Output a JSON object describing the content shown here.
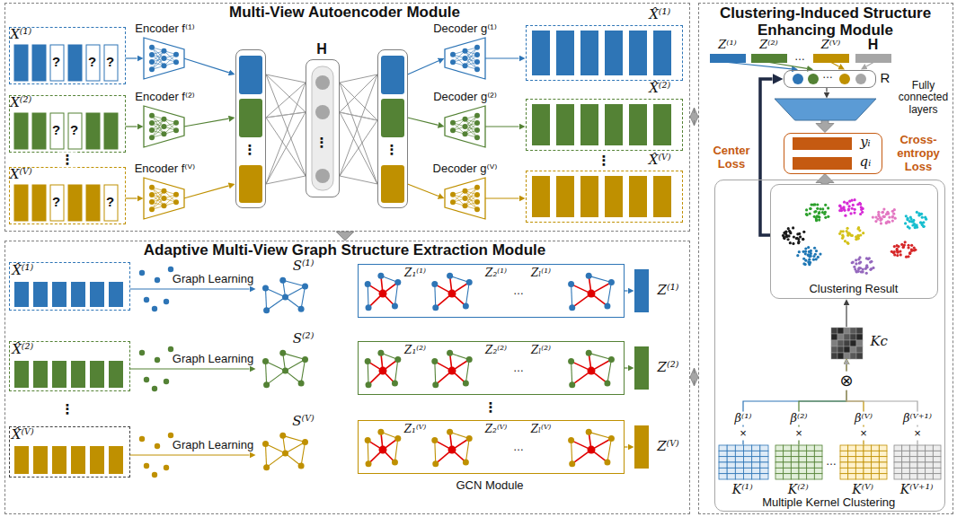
{
  "diagram": {
    "nodes": [
      {
        "text": [
          "Multi-View Autoencoder Module"
        ]
      },
      {
        "text": [
          "X⁽¹⁾",
          "?",
          "?",
          "?"
        ],
        "in": 0
      },
      {
        "text": [
          "X⁽²⁾",
          "?",
          "?"
        ],
        "in": 0
      },
      {
        "text": [
          "X⁽ⱽ⁾",
          "?",
          "?"
        ],
        "in": 0
      },
      {
        "text": [
          "Encoder f⁽¹⁾"
        ],
        "in": 0
      },
      {
        "text": [
          "Encoder f⁽²⁾"
        ],
        "in": 0
      },
      {
        "text": [
          "Encoder f⁽ⱽ⁾"
        ],
        "in": 0
      },
      {
        "text": [
          "⋮"
        ],
        "in": 0
      },
      {
        "text": [
          "H",
          "⋮"
        ],
        "in": 0
      },
      {
        "text": [
          "⋮"
        ],
        "in": 0
      },
      {
        "text": [
          "Decoder g⁽¹⁾"
        ],
        "in": 0
      },
      {
        "text": [
          "Decoder g⁽²⁾"
        ],
        "in": 0
      },
      {
        "text": [
          "Decoder g⁽ⱽ⁾"
        ],
        "in": 0
      },
      {
        "text": [
          "X̂⁽¹⁾"
        ],
        "in": 0
      },
      {
        "text": [
          "X̂⁽²⁾"
        ],
        "in": 0
      },
      {
        "text": [
          "X̂⁽ⱽ⁾"
        ],
        "in": 0
      },
      {
        "text": [
          "Adaptive Multi-View Graph Structure Extraction Module"
        ]
      },
      {
        "text": [
          "X̂⁽¹⁾"
        ],
        "in": 16
      },
      {
        "text": [
          "X̂⁽²⁾"
        ],
        "in": 16
      },
      {
        "text": [
          "X̂⁽ⱽ⁾"
        ],
        "in": 16
      },
      {
        "text": [
          "S⁽¹⁾"
        ],
        "in": 16
      },
      {
        "text": [
          "S⁽²⁾"
        ],
        "in": 16
      },
      {
        "text": [
          "S⁽ⱽ⁾"
        ],
        "in": 16
      },
      {
        "text": [
          "Z₁⁽¹⁾",
          "Z₂⁽¹⁾",
          "…",
          "Zₗ⁽¹⁾"
        ],
        "in": 16
      },
      {
        "text": [
          "Z₁⁽²⁾",
          "Z₂⁽²⁾",
          "…",
          "Zₗ⁽²⁾"
        ],
        "in": 16
      },
      {
        "text": [
          "Z₁⁽ⱽ⁾",
          "Z₂⁽ⱽ⁾",
          "…",
          "Zₗ⁽ⱽ⁾",
          "GCN Module"
        ],
        "in": 16
      },
      {
        "text": [
          "Z⁽¹⁾"
        ],
        "in": 16
      },
      {
        "text": [
          "Z⁽²⁾"
        ],
        "in": 16
      },
      {
        "text": [
          "Z⁽ⱽ⁾"
        ],
        "in": 16
      },
      {
        "text": [
          "Clustering-Induced Structure Enhancing Module"
        ]
      },
      {
        "text": [
          "Z⁽¹⁾"
        ],
        "in": 29
      },
      {
        "text": [
          "Z⁽²⁾"
        ],
        "in": 29
      },
      {
        "text": [
          "Z⁽ⱽ⁾"
        ],
        "in": 29
      },
      {
        "text": [
          "H"
        ],
        "in": 29
      },
      {
        "text": [
          "…",
          "R"
        ],
        "in": 29
      },
      {
        "text": [
          "Fully connected layers"
        ],
        "in": 29
      },
      {
        "text": [
          "yᵢ",
          "qᵢ"
        ],
        "in": 29
      },
      {
        "text": [
          "Multiple Kernel Clustering"
        ],
        "in": 29
      },
      {
        "text": [
          "Clustering Result"
        ],
        "in": 37
      },
      {
        "text": [
          "Kc"
        ],
        "in": 37
      },
      {
        "text": [
          "K⁽¹⁾"
        ],
        "in": 37
      },
      {
        "text": [
          "K⁽²⁾"
        ],
        "in": 37
      },
      {
        "text": [
          "K⁽ⱽ⁾"
        ],
        "in": 37
      },
      {
        "text": [
          "K⁽ⱽ⁺¹⁾"
        ],
        "in": 37
      }
    ],
    "edges": [
      {
        "from": 1,
        "to": 4,
        "arrow": "to"
      },
      {
        "from": 2,
        "to": 5,
        "arrow": "to"
      },
      {
        "from": 3,
        "to": 6,
        "arrow": "to"
      },
      {
        "from": 4,
        "to": 7,
        "arrow": "to"
      },
      {
        "from": 5,
        "to": 7,
        "arrow": "to"
      },
      {
        "from": 6,
        "to": 7,
        "arrow": "to"
      },
      {
        "from": 7,
        "to": 8,
        "arrow": "none"
      },
      {
        "from": 8,
        "to": 9,
        "arrow": "none"
      },
      {
        "from": 9,
        "to": 10,
        "arrow": "to"
      },
      {
        "from": 9,
        "to": 11,
        "arrow": "to"
      },
      {
        "from": 9,
        "to": 12,
        "arrow": "to"
      },
      {
        "from": 10,
        "to": 13,
        "arrow": "to"
      },
      {
        "from": 11,
        "to": 14,
        "arrow": "to"
      },
      {
        "from": 12,
        "to": 15,
        "arrow": "to"
      },
      {
        "from": 0,
        "to": 16,
        "arrow": "to"
      },
      {
        "from": 0,
        "to": 29,
        "arrow": "both"
      },
      {
        "from": 16,
        "to": 29,
        "arrow": "both"
      },
      {
        "from": 17,
        "to": 20,
        "arrow": "to",
        "label": "Graph Learning"
      },
      {
        "from": 18,
        "to": 21,
        "arrow": "to",
        "label": "Graph Learning"
      },
      {
        "from": 19,
        "to": 22,
        "arrow": "to",
        "label": "Graph Learning"
      },
      {
        "from": 23,
        "to": 26,
        "arrow": "to"
      },
      {
        "from": 24,
        "to": 27,
        "arrow": "to"
      },
      {
        "from": 25,
        "to": 28,
        "arrow": "to"
      },
      {
        "from": 30,
        "to": 34,
        "arrow": "to"
      },
      {
        "from": 31,
        "to": 34,
        "arrow": "to"
      },
      {
        "from": 32,
        "to": 34,
        "arrow": "to"
      },
      {
        "from": 33,
        "to": 34,
        "arrow": "to"
      },
      {
        "from": 34,
        "to": 35,
        "arrow": "to"
      },
      {
        "from": 35,
        "to": 36,
        "arrow": "to"
      },
      {
        "from": 38,
        "to": 36,
        "arrow": "to"
      },
      {
        "from": 38,
        "to": 34,
        "arrow": "to",
        "label": "Center Loss"
      },
      {
        "from": 39,
        "to": 38,
        "arrow": "to"
      },
      {
        "from": 40,
        "to": 39,
        "arrow": "to",
        "label": "β⁽¹⁾"
      },
      {
        "from": 41,
        "to": 39,
        "arrow": "to",
        "label": "β⁽²⁾"
      },
      {
        "from": 42,
        "to": 39,
        "arrow": "to",
        "label": "β⁽ⱽ⁾"
      },
      {
        "from": 43,
        "to": 39,
        "arrow": "to",
        "label": "β⁽ⱽ⁺¹⁾"
      }
    ],
    "labels": [
      "⋮",
      "⋮",
      "⋮",
      "⋮",
      "…",
      "…",
      "Cross-entropy Loss",
      "×",
      "×",
      "×",
      "×",
      "⊗"
    ]
  }
}
